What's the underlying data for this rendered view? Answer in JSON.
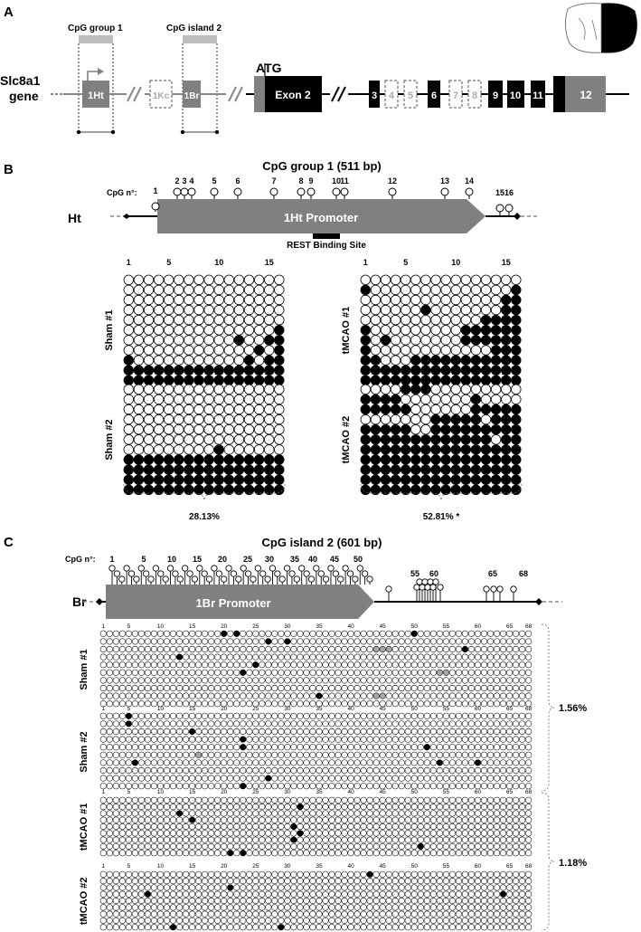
{
  "panels": {
    "A": {
      "letter": "A",
      "gene_label_line1": "Slc8a1",
      "gene_label_line2": "gene",
      "cpg_group_label": "CpG group 1",
      "cpg_island_label": "CpG island 2",
      "atg_label": "ATG",
      "exons": [
        {
          "label": "1Ht",
          "kind": "promoter"
        },
        {
          "label": "1Kc",
          "kind": "dashed"
        },
        {
          "label": "1Br",
          "kind": "promoter"
        },
        {
          "label": "Exon 2",
          "kind": "solid"
        },
        {
          "label": "3",
          "kind": "solid"
        },
        {
          "label": "4",
          "kind": "dashed"
        },
        {
          "label": "5",
          "kind": "dashed"
        },
        {
          "label": "6",
          "kind": "solid"
        },
        {
          "label": "7",
          "kind": "dashed"
        },
        {
          "label": "8",
          "kind": "dashed"
        },
        {
          "label": "9",
          "kind": "solid"
        },
        {
          "label": "10",
          "kind": "solid"
        },
        {
          "label": "11",
          "kind": "solid"
        },
        {
          "label": "12",
          "kind": "grey"
        }
      ]
    },
    "B": {
      "letter": "B",
      "title": "CpG group 1 (511 bp)",
      "cpg_no_label": "CpG n°:",
      "row_label": "Ht",
      "promoter_label": "1Ht Promoter",
      "rest_label": "REST Binding Site",
      "site_numbers": [
        "1",
        "2",
        "3",
        "4",
        "5",
        "6",
        "7",
        "8",
        "9",
        "10",
        "11",
        "12",
        "13",
        "14",
        "15",
        "16"
      ],
      "axis_ticks": [
        "1",
        "5",
        "10",
        "15"
      ],
      "groups": [
        {
          "name": "Sham #1",
          "rows": [
            "0000000000000000",
            "0000000000000000",
            "0000000000000000",
            "0000000000000000",
            "0000000000000000",
            "0000000000000001",
            "0000000000010011",
            "0000000000000101",
            "1000000000001011",
            "1111111111111111",
            "1111111111111111"
          ]
        },
        {
          "name": "Sham #2",
          "rows": [
            "0000000000000000",
            "0000000000000000",
            "0000000000000000",
            "0000000000000000",
            "0000000000000000",
            "0000000000000000",
            "0000000001000000",
            "1111111111111111",
            "1111111111111111",
            "1111111111111111",
            "1111111111111111"
          ]
        },
        {
          "name": "tMCAO #1",
          "rows": [
            "0000000000000000",
            "1000000000000001",
            "0000000000000011",
            "0000001000000011",
            "0000000000001111",
            "1000000000111111",
            "1010000000111111",
            "1000000000000111",
            "1100011111111111",
            "1111111111111111",
            "1111111111111111"
          ]
        },
        {
          "name": "tMCAO #2",
          "rows": [
            "0000111000000000",
            "1111000000010000",
            "1111100000011111",
            "0000000111110111",
            "1111100111111111",
            "1111111111111011",
            "1111111111111111",
            "1111111111111111",
            "1111111111111111",
            "1111111111111111",
            "1111111111111111"
          ]
        }
      ],
      "percent_sham": "28.13%",
      "percent_tmcao": "52.81% *"
    },
    "C": {
      "letter": "C",
      "title": "CpG island 2 (601 bp)",
      "cpg_no_label": "CpG n°:",
      "row_label": "Br",
      "promoter_label": "1Br Promoter",
      "top_numbers": [
        "1",
        "5",
        "10",
        "15",
        "20",
        "25",
        "30",
        "35",
        "40",
        "45",
        "50",
        "55",
        "60",
        "65",
        "68"
      ],
      "axis_ticks": [
        "1",
        "5",
        "10",
        "15",
        "20",
        "25",
        "30",
        "35",
        "40",
        "45",
        "50",
        "55",
        "60",
        "65",
        "68"
      ],
      "groups": [
        {
          "name": "Sham #1",
          "rows": 10,
          "black": [
            [
              0,
              19
            ],
            [
              0,
              21
            ],
            [
              1,
              26
            ],
            [
              1,
              29
            ],
            [
              2,
              57
            ],
            [
              3,
              12
            ],
            [
              4,
              24
            ],
            [
              5,
              22
            ],
            [
              8,
              34
            ],
            [
              0,
              49
            ]
          ],
          "grey": [
            [
              2,
              43
            ],
            [
              2,
              44
            ],
            [
              2,
              45
            ],
            [
              5,
              53
            ],
            [
              5,
              54
            ],
            [
              8,
              43
            ],
            [
              8,
              44
            ]
          ]
        },
        {
          "name": "Sham #2",
          "rows": 10,
          "black": [
            [
              0,
              4
            ],
            [
              1,
              4
            ],
            [
              2,
              14
            ],
            [
              3,
              22
            ],
            [
              4,
              22
            ],
            [
              4,
              51
            ],
            [
              6,
              5
            ],
            [
              6,
              53
            ],
            [
              6,
              59
            ],
            [
              9,
              22
            ],
            [
              8,
              26
            ]
          ],
          "grey": [
            [
              5,
              15
            ]
          ]
        },
        {
          "name": "tMCAO #1",
          "rows": 9,
          "black": [
            [
              1,
              31
            ],
            [
              2,
              12
            ],
            [
              3,
              14
            ],
            [
              4,
              30
            ],
            [
              5,
              31
            ],
            [
              6,
              30
            ],
            [
              8,
              20
            ],
            [
              8,
              22
            ],
            [
              7,
              50
            ]
          ],
          "grey": []
        },
        {
          "name": "tMCAO #2",
          "rows": 9,
          "black": [
            [
              0,
              42
            ],
            [
              2,
              20
            ],
            [
              3,
              7
            ],
            [
              3,
              63
            ],
            [
              8,
              11
            ],
            [
              8,
              28
            ]
          ],
          "grey": []
        }
      ],
      "percent_sham": "1.56%",
      "percent_tmcao": "1.18%"
    }
  }
}
